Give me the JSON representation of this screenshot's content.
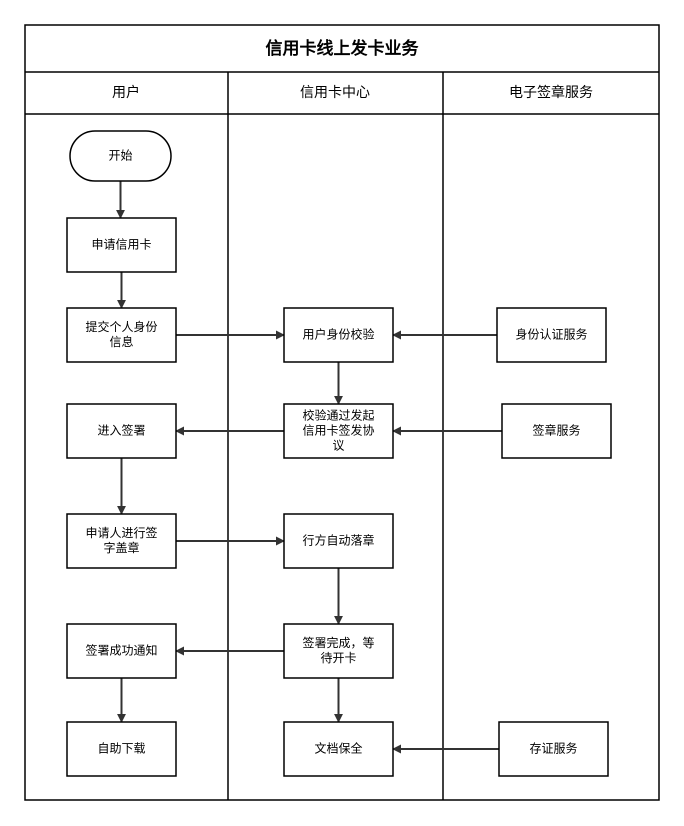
{
  "title": "信用卡线上发卡业务",
  "lanes": [
    {
      "id": "user",
      "label": "用户"
    },
    {
      "id": "center",
      "label": "信用卡中心"
    },
    {
      "id": "esign",
      "label": "电子签章服务"
    }
  ],
  "nodes": [
    {
      "id": "start",
      "lines": [
        "开始"
      ]
    },
    {
      "id": "apply",
      "lines": [
        "申请信用卡"
      ]
    },
    {
      "id": "submit_info",
      "lines": [
        "提交个人身份",
        "信息"
      ]
    },
    {
      "id": "identity_check",
      "lines": [
        "用户身份校验"
      ]
    },
    {
      "id": "identity_service",
      "lines": [
        "身份认证服务"
      ]
    },
    {
      "id": "enter_sign",
      "lines": [
        "进入签署"
      ]
    },
    {
      "id": "initiate_agreement",
      "lines": [
        "校验通过发起",
        "信用卡签发协",
        "议"
      ]
    },
    {
      "id": "sign_service",
      "lines": [
        "签章服务"
      ]
    },
    {
      "id": "applicant_sign",
      "lines": [
        "申请人进行签",
        "字盖章"
      ]
    },
    {
      "id": "bank_seal",
      "lines": [
        "行方自动落章"
      ]
    },
    {
      "id": "sign_notice",
      "lines": [
        "签署成功通知"
      ]
    },
    {
      "id": "sign_complete",
      "lines": [
        "签署完成，等",
        "待开卡"
      ]
    },
    {
      "id": "self_download",
      "lines": [
        "自助下载"
      ]
    },
    {
      "id": "archive",
      "lines": [
        "文档保全"
      ]
    },
    {
      "id": "evidence_service",
      "lines": [
        "存证服务"
      ]
    }
  ],
  "edges": [
    {
      "from": "start",
      "to": "apply"
    },
    {
      "from": "apply",
      "to": "submit_info"
    },
    {
      "from": "submit_info",
      "to": "identity_check"
    },
    {
      "from": "identity_service",
      "to": "identity_check"
    },
    {
      "from": "identity_check",
      "to": "initiate_agreement"
    },
    {
      "from": "initiate_agreement",
      "to": "enter_sign"
    },
    {
      "from": "sign_service",
      "to": "initiate_agreement"
    },
    {
      "from": "enter_sign",
      "to": "applicant_sign"
    },
    {
      "from": "applicant_sign",
      "to": "bank_seal"
    },
    {
      "from": "bank_seal",
      "to": "sign_complete"
    },
    {
      "from": "sign_complete",
      "to": "sign_notice"
    },
    {
      "from": "sign_complete",
      "to": "archive"
    },
    {
      "from": "sign_notice",
      "to": "self_download"
    },
    {
      "from": "evidence_service",
      "to": "archive"
    }
  ]
}
